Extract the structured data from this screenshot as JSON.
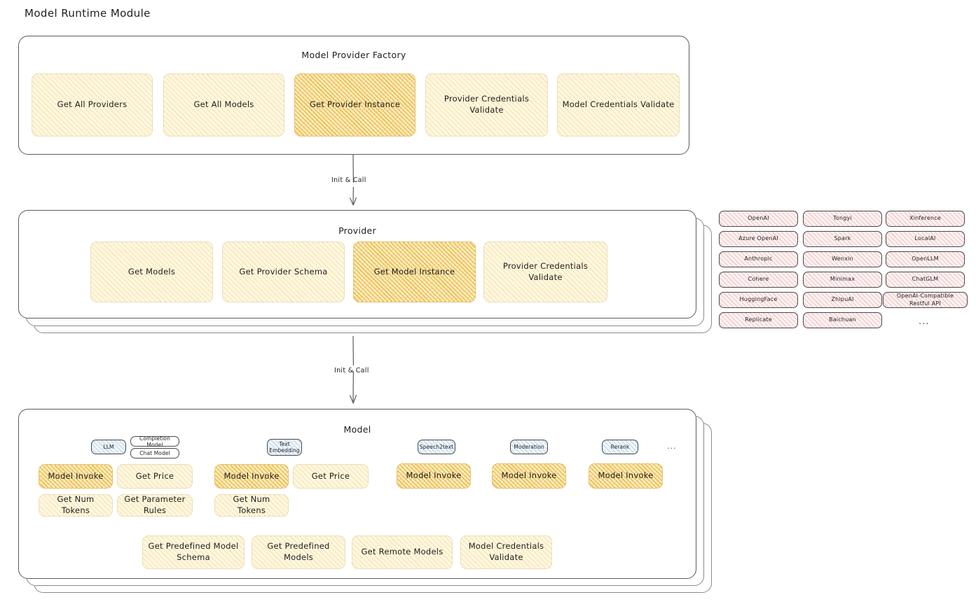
{
  "page": {
    "title": "Model Runtime Module"
  },
  "colors": {
    "highlight_orange": "#ecb73d",
    "node_yellow": "#fdf7e2",
    "provider_pink": "#fdf2f2",
    "badge_blue": "#f0f6fb",
    "stroke": "#1e1e1e"
  },
  "factory": {
    "title": "Model Provider Factory",
    "nodes": [
      {
        "label": "Get All Providers",
        "highlight": false
      },
      {
        "label": "Get All Models",
        "highlight": false
      },
      {
        "label": "Get Provider Instance",
        "highlight": true
      },
      {
        "label": "Provider Credentials Validate",
        "highlight": false
      },
      {
        "label": "Model Credentials Validate",
        "highlight": false
      }
    ]
  },
  "arrows": [
    {
      "label": "Init & Call"
    },
    {
      "label": "Init & Call"
    }
  ],
  "provider": {
    "title": "Provider",
    "nodes": [
      {
        "label": "Get Models",
        "highlight": false
      },
      {
        "label": "Get Provider Schema",
        "highlight": false
      },
      {
        "label": "Get Model Instance",
        "highlight": true
      },
      {
        "label": "Provider Credentials Validate",
        "highlight": false
      }
    ]
  },
  "provider_list": {
    "ellipsis": "...",
    "columns": [
      {
        "items": [
          "OpenAI",
          "Azure OpenAI",
          "Anthropic",
          "Cohere",
          "HuggingFace",
          "Replicate"
        ]
      },
      {
        "items": [
          "Tongyi",
          "Spark",
          "Wenxin",
          "Minimax",
          "ZhipuAI",
          "Baichuan"
        ]
      },
      {
        "items": [
          "Xinference",
          "LocalAI",
          "OpenLLM",
          "ChatGLM",
          "OpenAI-Compatible Restful API"
        ]
      }
    ]
  },
  "model": {
    "title": "Model",
    "ellipsis": "...",
    "types": [
      {
        "badge": "LLM",
        "sub_badges": [
          "Completion Model",
          "Chat Model"
        ],
        "methods": [
          {
            "label": "Model Invoke",
            "highlight": true
          },
          {
            "label": "Get Price",
            "highlight": false
          },
          {
            "label": "Get Num Tokens",
            "highlight": false
          },
          {
            "label": "Get Parameter Rules",
            "highlight": false
          }
        ]
      },
      {
        "badge": "Text Embedding",
        "sub_badges": [],
        "methods": [
          {
            "label": "Model Invoke",
            "highlight": true
          },
          {
            "label": "Get Price",
            "highlight": false
          },
          {
            "label": "Get Num Tokens",
            "highlight": false
          }
        ]
      },
      {
        "badge": "Speech2text",
        "sub_badges": [],
        "methods": [
          {
            "label": "Model Invoke",
            "highlight": true
          }
        ]
      },
      {
        "badge": "Moderation",
        "sub_badges": [],
        "methods": [
          {
            "label": "Model Invoke",
            "highlight": true
          }
        ]
      },
      {
        "badge": "Rerank",
        "sub_badges": [],
        "methods": [
          {
            "label": "Model Invoke",
            "highlight": true
          }
        ]
      }
    ],
    "common_methods": [
      {
        "label": "Get Predefined Model Schema"
      },
      {
        "label": "Get Predefined Models"
      },
      {
        "label": "Get Remote Models"
      },
      {
        "label": "Model Credentials Validate"
      }
    ]
  }
}
